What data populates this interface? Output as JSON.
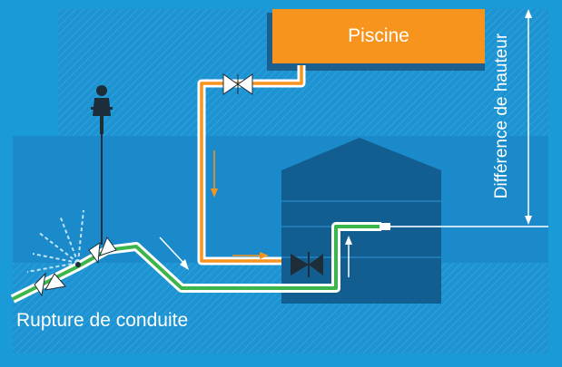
{
  "labels": {
    "pool": "Piscine",
    "height_difference": "Différence de hauteur",
    "pipe_rupture": "Rupture de conduite"
  },
  "colors": {
    "background": "#1a9ad6",
    "hatch": "#2b8fd0",
    "ground_band": "#1580c0",
    "pool": "#f7941d",
    "pool_shadow": "#1b5f8f",
    "reservoir": "#135e90",
    "pipe_orange": "#f7941d",
    "pipe_green": "#3cb54a",
    "pipe_outline": "#ffffff",
    "valve": "#ffffff",
    "check_valve": "#1d2d3a",
    "person": "#1d2d3a",
    "arrow_white": "#ffffff",
    "arrow_orange": "#f7941d",
    "spray": "#bfe3f5"
  },
  "icons": {
    "valve": "gate-valve-icon",
    "check_valve": "check-valve-icon",
    "person": "person-operating-valve-icon",
    "leak": "water-spray-icon",
    "flow": "flow-arrow-icon"
  }
}
